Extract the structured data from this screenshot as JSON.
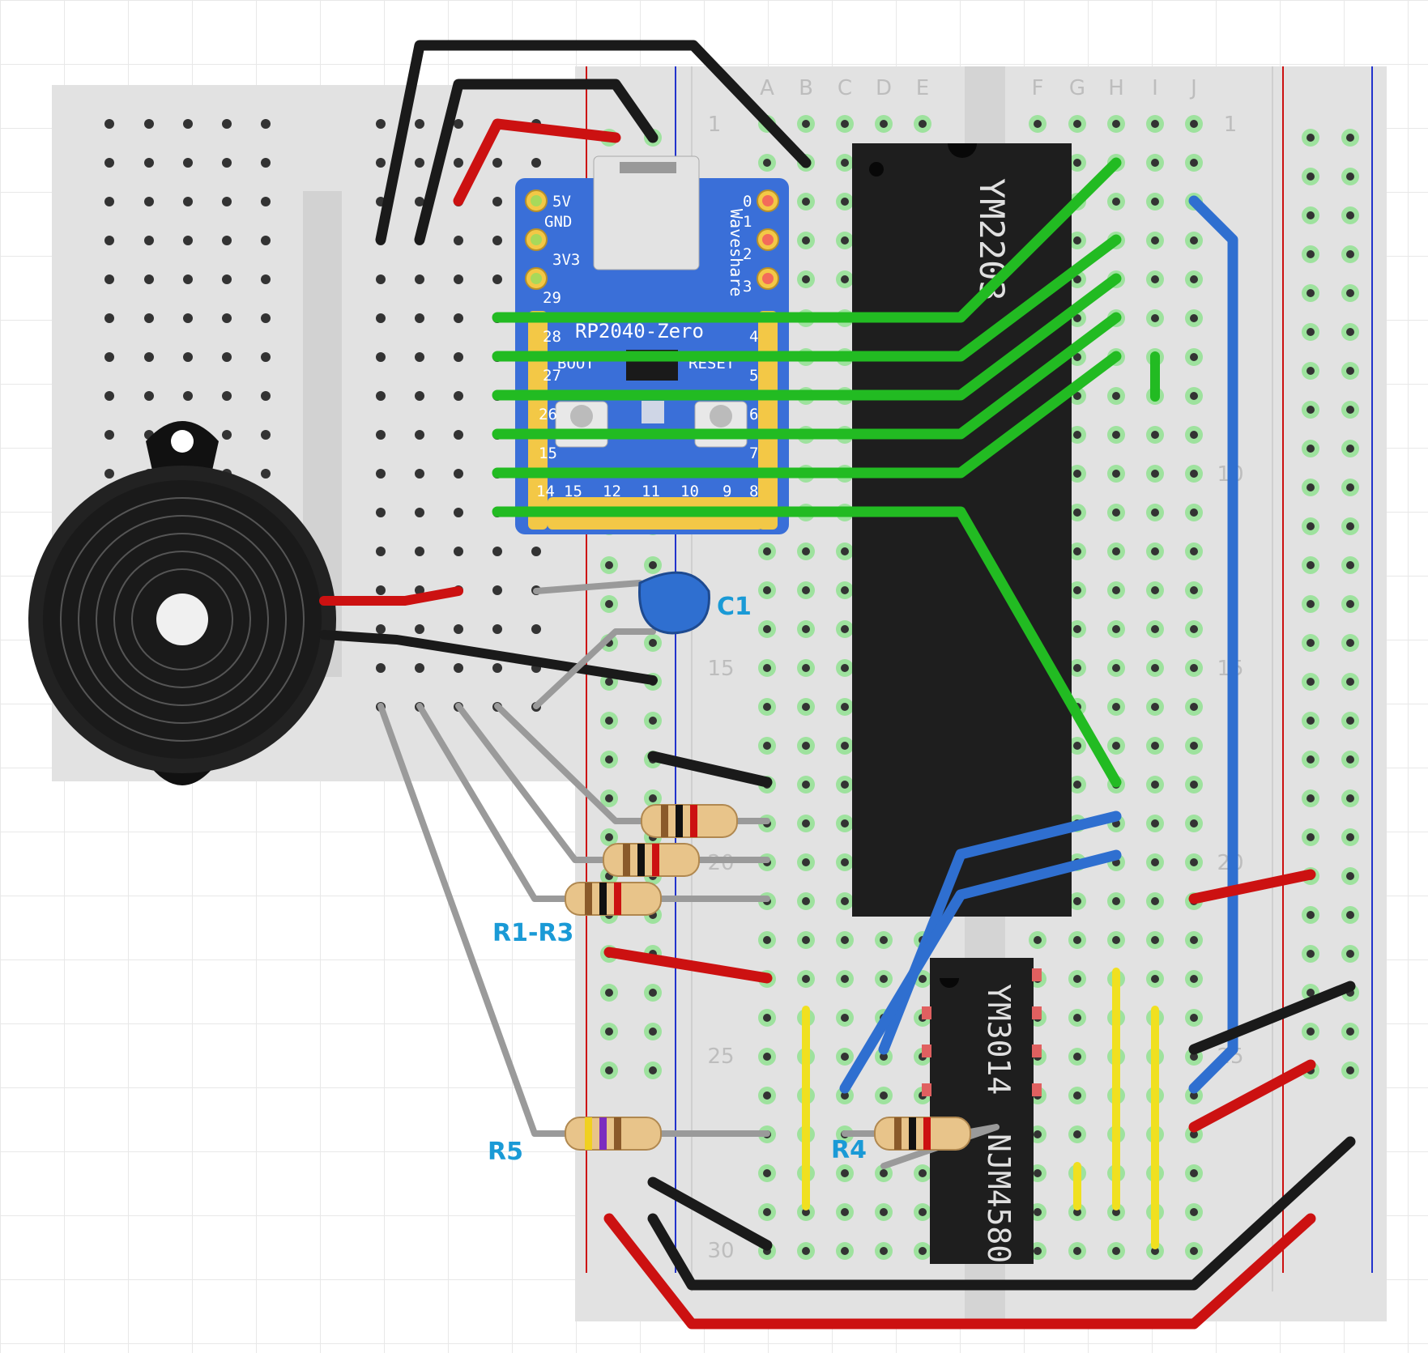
{
  "breadboard": {
    "column_letters": [
      "A",
      "B",
      "C",
      "D",
      "E",
      "F",
      "G",
      "H",
      "I",
      "J"
    ],
    "row_numbers": [
      "1",
      "10",
      "15",
      "20",
      "25",
      "30"
    ]
  },
  "mcu": {
    "brand": "Waveshare",
    "name": "RP2040-Zero",
    "left_pins": [
      "5V",
      "GND",
      "3V3",
      "29",
      "28",
      "27",
      "26",
      "15",
      "14"
    ],
    "right_pins": [
      "0",
      "1",
      "2",
      "3",
      "4",
      "5",
      "6",
      "7",
      "8"
    ],
    "bottom_pins": [
      "15",
      "12",
      "11",
      "10",
      "9"
    ],
    "boot_label": "BOOT",
    "reset_label": "RESET"
  },
  "chips": {
    "main": "YM2203",
    "dac": "YM3014",
    "opamp": "NJM4580"
  },
  "labels": {
    "c1": "C1",
    "r1_r3": "R1-R3",
    "r4": "R4",
    "r5": "R5"
  },
  "colors": {
    "wire_black": "#1a1a1a",
    "wire_red": "#cc1111",
    "wire_green": "#22bb22",
    "wire_blue": "#2f6fd0",
    "wire_yellow": "#f0e020",
    "wire_gray": "#9a9a9a",
    "board": "#e2e2e2",
    "mcu_pcb": "#3a6fd8",
    "label": "#1a9ad6"
  }
}
